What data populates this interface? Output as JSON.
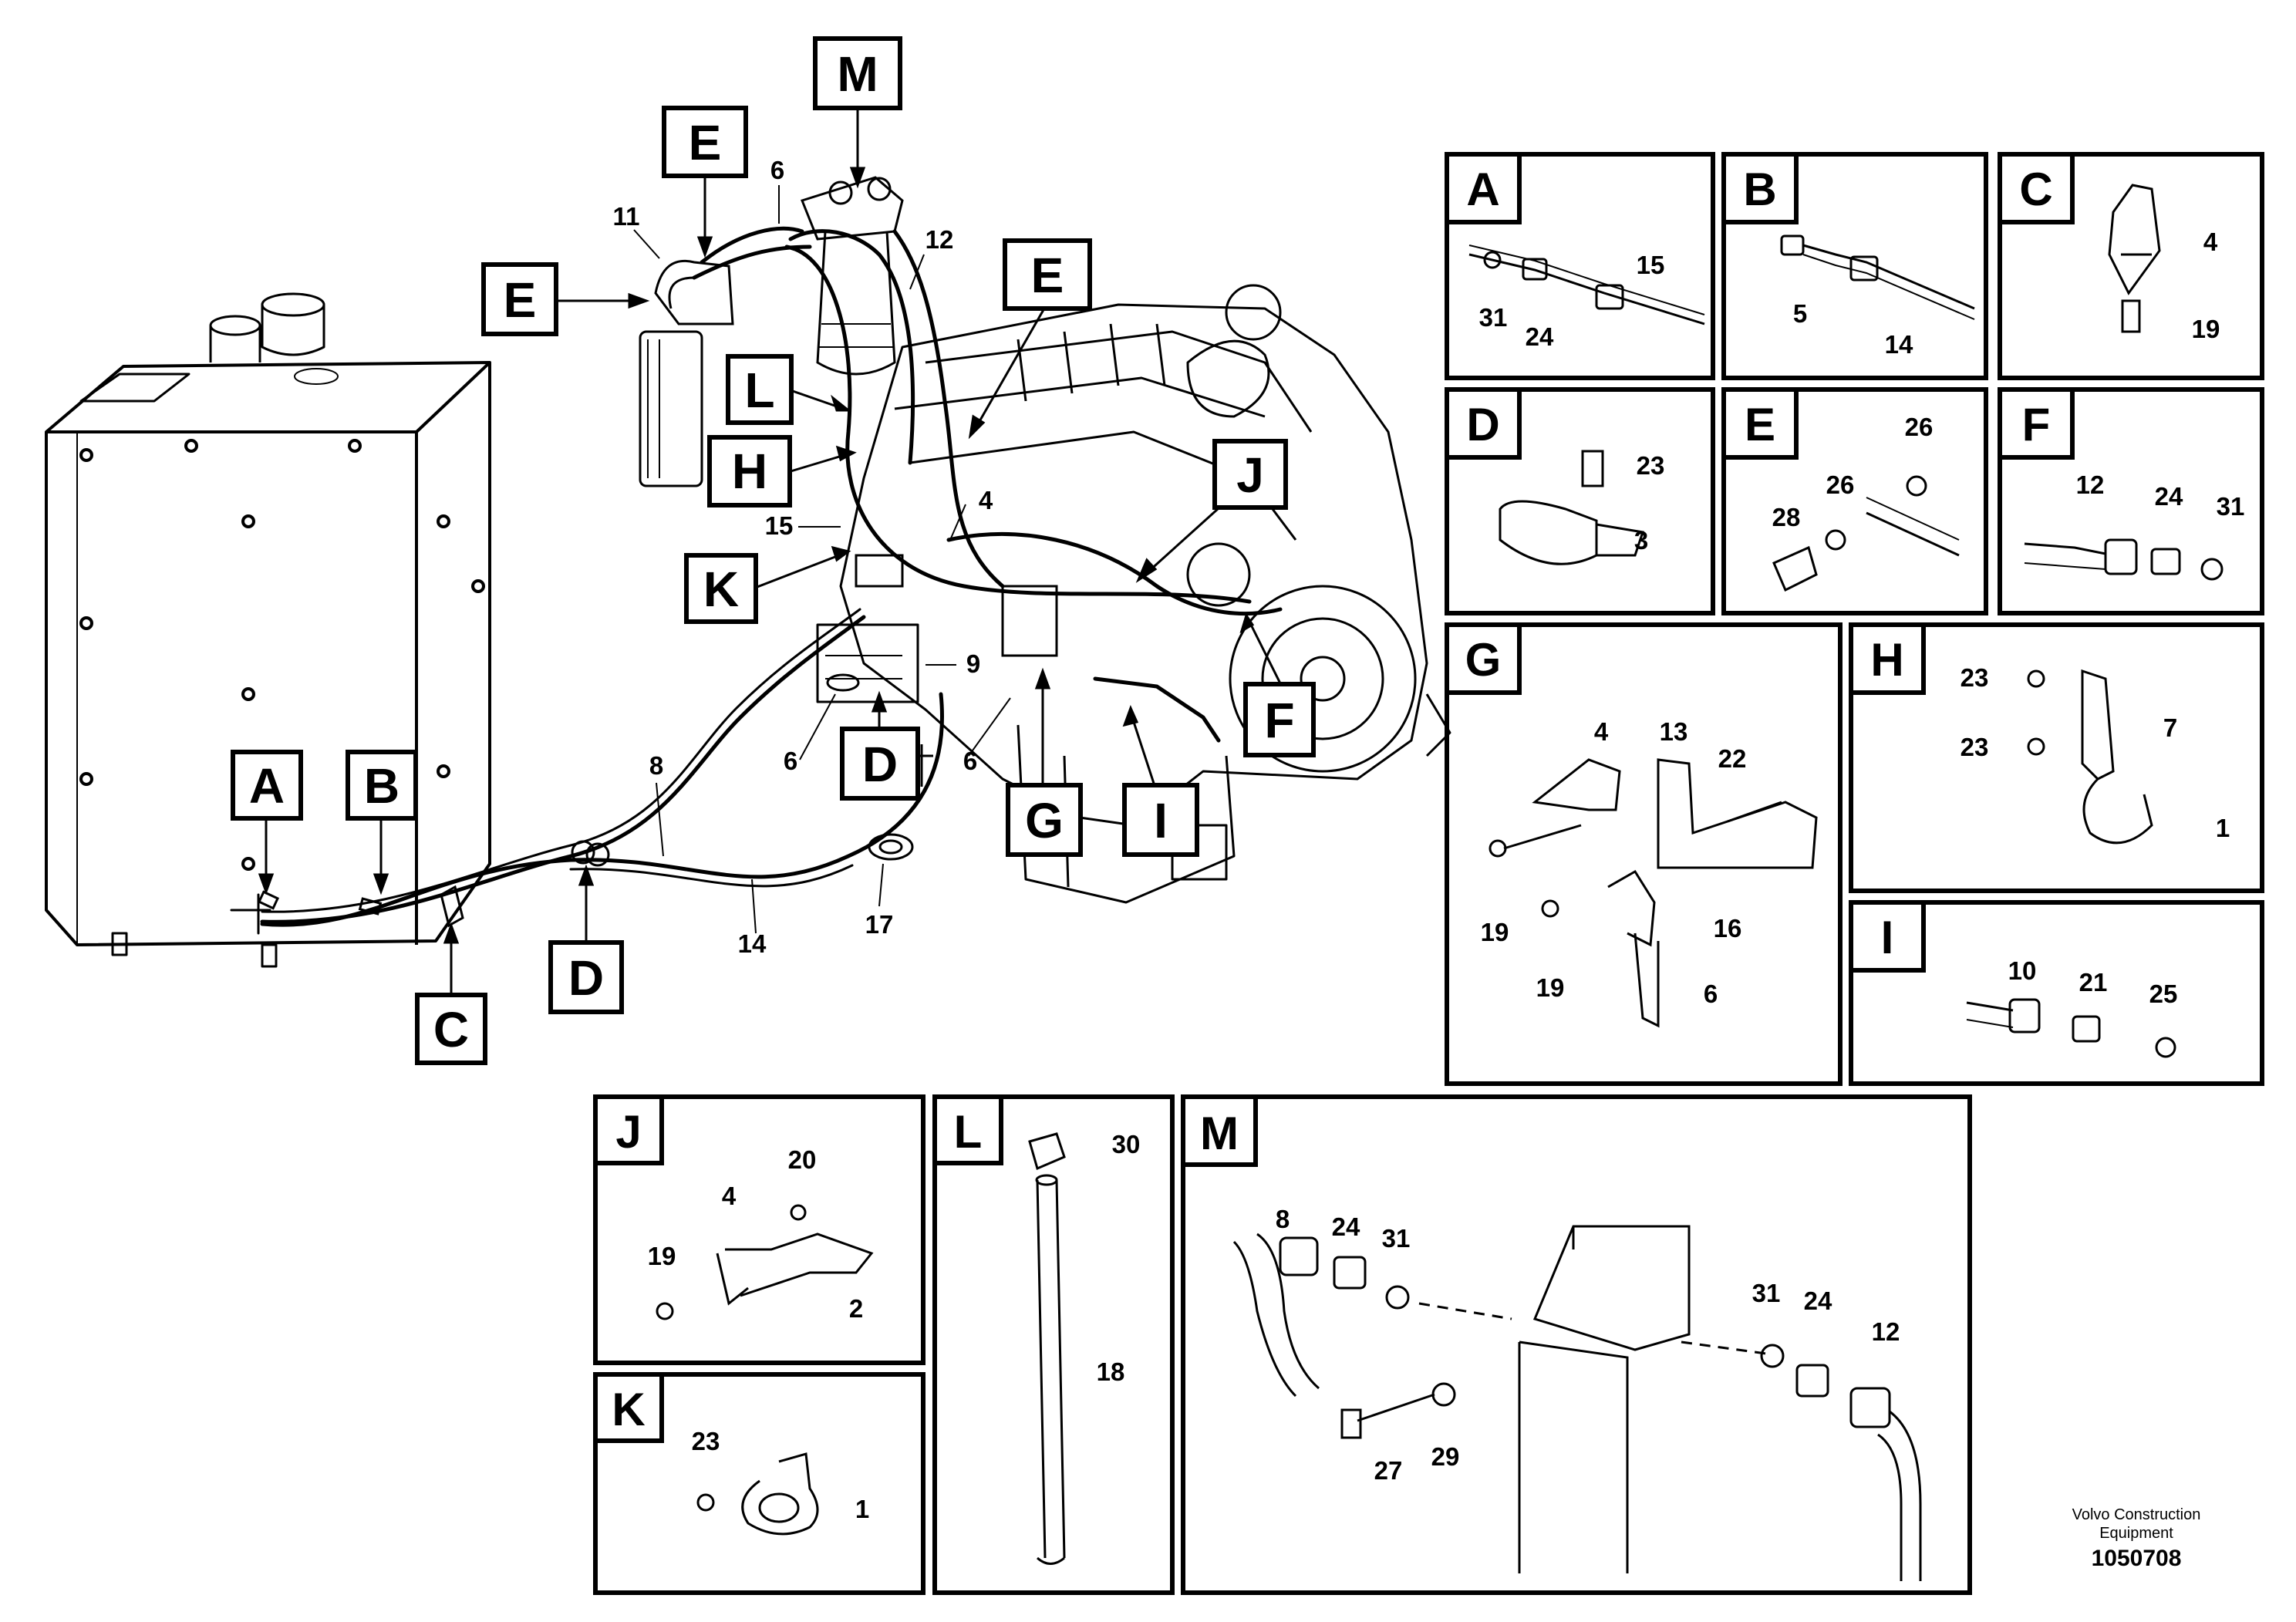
{
  "main_callouts": [
    "M",
    "E",
    "E",
    "E",
    "L",
    "H",
    "K",
    "J",
    "F",
    "D",
    "G",
    "I",
    "A",
    "B",
    "C",
    "D"
  ],
  "main_parts": [
    "6",
    "11",
    "12",
    "4",
    "15",
    "9",
    "8",
    "6",
    "6",
    "14",
    "17"
  ],
  "panels": {
    "A": {
      "label": "A",
      "parts": [
        "15",
        "31",
        "24"
      ]
    },
    "B": {
      "label": "B",
      "parts": [
        "5",
        "14"
      ]
    },
    "C": {
      "label": "C",
      "parts": [
        "4",
        "19"
      ]
    },
    "D": {
      "label": "D",
      "parts": [
        "23",
        "3"
      ]
    },
    "E": {
      "label": "E",
      "parts": [
        "26",
        "26",
        "28"
      ]
    },
    "F": {
      "label": "F",
      "parts": [
        "12",
        "24",
        "31"
      ]
    },
    "G": {
      "label": "G",
      "parts": [
        "4",
        "13",
        "22",
        "19",
        "16",
        "19",
        "6"
      ]
    },
    "H": {
      "label": "H",
      "parts": [
        "23",
        "7",
        "23",
        "1"
      ]
    },
    "I": {
      "label": "I",
      "parts": [
        "10",
        "21",
        "25"
      ]
    },
    "J": {
      "label": "J",
      "parts": [
        "20",
        "4",
        "19",
        "2"
      ]
    },
    "K": {
      "label": "K",
      "parts": [
        "23",
        "1"
      ]
    },
    "L": {
      "label": "L",
      "parts": [
        "30",
        "18"
      ]
    },
    "M": {
      "label": "M",
      "parts": [
        "8",
        "24",
        "31",
        "31",
        "24",
        "12",
        "27",
        "29"
      ]
    }
  },
  "footer": {
    "credit_line1": "Volvo Construction",
    "credit_line2": "Equipment",
    "doc_id": "1050708"
  }
}
